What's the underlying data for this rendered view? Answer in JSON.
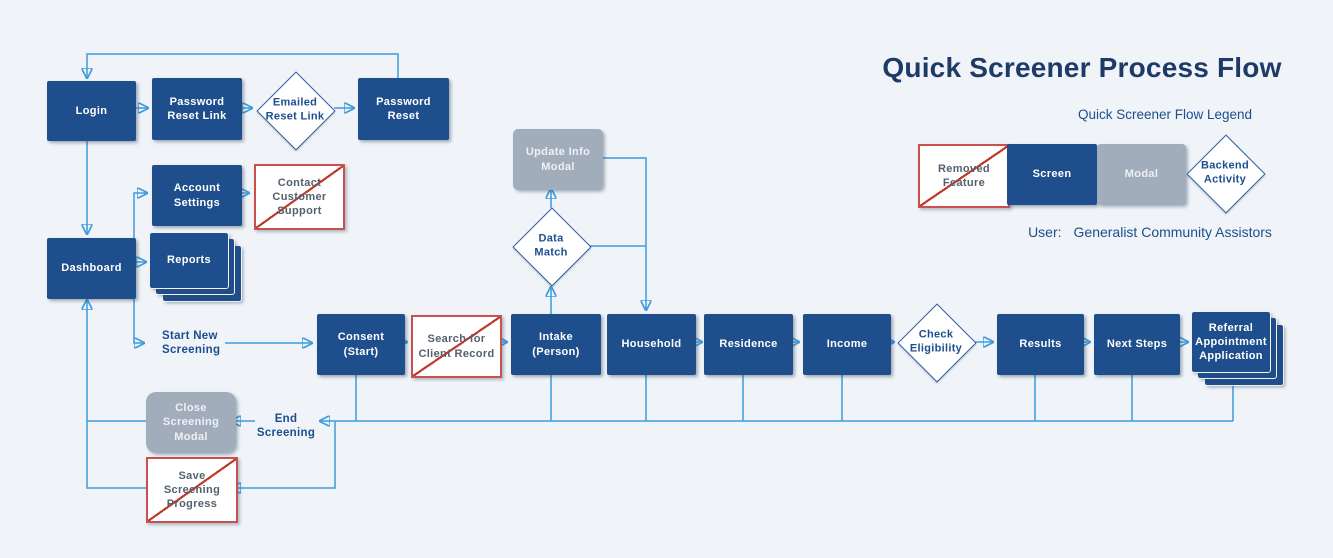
{
  "title": "Quick Screener Process Flow",
  "legend": {
    "heading": "Quick Screener Flow Legend",
    "items": [
      {
        "label": "Removed Feature",
        "type": "removed"
      },
      {
        "label": "Screen",
        "type": "screen"
      },
      {
        "label": "Modal",
        "type": "modal"
      },
      {
        "label": "Backend Activity",
        "type": "backend-activity"
      }
    ],
    "user_label": "User:",
    "user_value": "Generalist Community Assistors"
  },
  "nodes": {
    "login": {
      "label": "Login",
      "type": "screen"
    },
    "password_reset_link": {
      "label": "Password Reset Link",
      "type": "screen"
    },
    "emailed_reset_link": {
      "label": "Emailed Reset Link",
      "type": "backend-activity"
    },
    "password_reset": {
      "label": "Password Reset",
      "type": "screen"
    },
    "account_settings": {
      "label": "Account Settings",
      "type": "screen"
    },
    "contact_customer_support": {
      "label": "Contact Customer Support",
      "type": "removed"
    },
    "dashboard": {
      "label": "Dashboard",
      "type": "screen"
    },
    "reports": {
      "label": "Reports",
      "type": "screen-stack"
    },
    "update_info_modal": {
      "label": "Update Info Modal",
      "type": "modal"
    },
    "data_match": {
      "label": "Data Match",
      "type": "backend-activity"
    },
    "start_new_screening": {
      "label": "Start New Screening",
      "type": "flow-label"
    },
    "consent": {
      "label": "Consent (Start)",
      "type": "screen"
    },
    "search_for_client_record": {
      "label": "Search for Client Record",
      "type": "removed"
    },
    "intake": {
      "label": "Intake (Person)",
      "type": "screen"
    },
    "household": {
      "label": "Household",
      "type": "screen"
    },
    "residence": {
      "label": "Residence",
      "type": "screen"
    },
    "income": {
      "label": "Income",
      "type": "screen"
    },
    "check_eligibility": {
      "label": "Check Eligibility",
      "type": "backend-activity"
    },
    "results": {
      "label": "Results",
      "type": "screen"
    },
    "next_steps": {
      "label": "Next Steps",
      "type": "screen"
    },
    "referral": {
      "label": "Referral Appointment Application",
      "type": "screen-stack"
    },
    "end_screening": {
      "label": "End Screening",
      "type": "flow-label"
    },
    "close_screening_modal": {
      "label": "Close Screening Modal",
      "type": "modal"
    },
    "save_screening_progress": {
      "label": "Save Screening Progress",
      "type": "removed"
    }
  },
  "edges": [
    "login->password_reset_link",
    "password_reset_link->emailed_reset_link",
    "emailed_reset_link->password_reset",
    "password_reset->login",
    "login->dashboard",
    "dashboard->reports",
    "dashboard->account_settings",
    "account_settings->contact_customer_support",
    "dashboard->start_new_screening",
    "start_new_screening->consent",
    "consent->search_for_client_record",
    "search_for_client_record->intake",
    "intake->data_match",
    "data_match->update_info_modal",
    "update_info_modal->household",
    "data_match->household",
    "household->residence",
    "residence->income",
    "income->check_eligibility",
    "check_eligibility->results",
    "results->next_steps",
    "next_steps->referral",
    "screens->end_screening",
    "end_screening->close_screening_modal",
    "end_screening->save_screening_progress",
    "close_screening_modal->dashboard",
    "save_screening_progress->dashboard"
  ],
  "colors": {
    "background": "#f0f4f8",
    "screen_fill": "#1e4e8c",
    "modal_fill": "#a2adbc",
    "connector": "#3e9bdc",
    "removed_border": "#c9504c",
    "removed_strike": "#c0392b",
    "navy_text": "#1d4e8e",
    "title_text": "#1e3a66"
  }
}
